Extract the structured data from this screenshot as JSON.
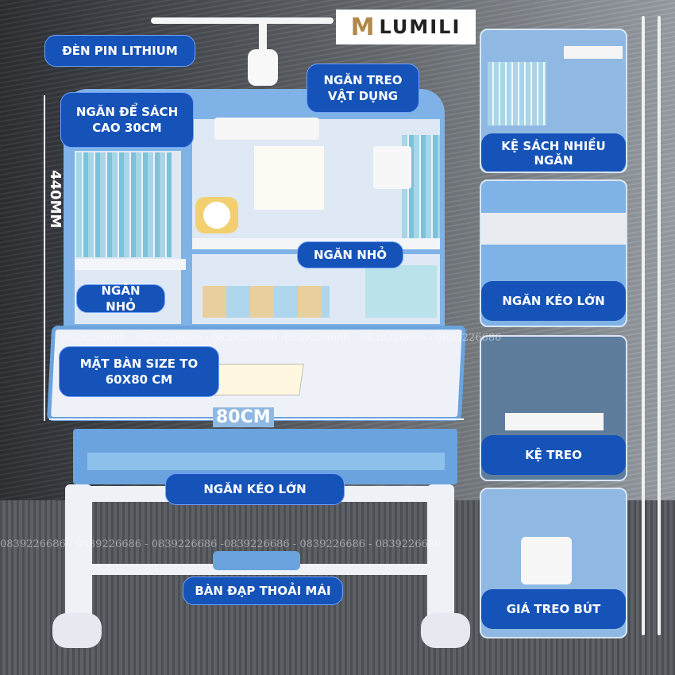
{
  "brand": {
    "name": "LUMILI",
    "mark": "M"
  },
  "labels": {
    "lamp": "ĐÈN PIN LITHIUM",
    "book_shelf": "NGĂN ĐỂ SÁCH CAO 30CM",
    "hanging": "NGĂN TREO VẬT DỤNG",
    "small_mid": "NGĂN NHỎ",
    "small_left": "NGĂN NHỎ",
    "desk_size": "MẶT BÀN SIZE TO 60X80 CM",
    "drawer": "NGĂN KÉO LỚN",
    "pedal": "BÀN ĐẠP THOẢI MÁI"
  },
  "dimensions": {
    "height": "440MM",
    "width": "80CM"
  },
  "side_panels": [
    {
      "label": "KỆ SÁCH NHIỀU NGĂN"
    },
    {
      "label": "NGĂN KÉO LỚN"
    },
    {
      "label": "KỆ TREO"
    },
    {
      "label": "GIÁ TREO BÚT"
    }
  ],
  "watermark": "0839226686 - 0839226686 - 0839226686 -0839226686 - 0839226686 - 0839226686",
  "colors": {
    "pill": "#1653b8",
    "desk_blue": "#7fb2e6",
    "logo_accent": "#b0894a"
  }
}
